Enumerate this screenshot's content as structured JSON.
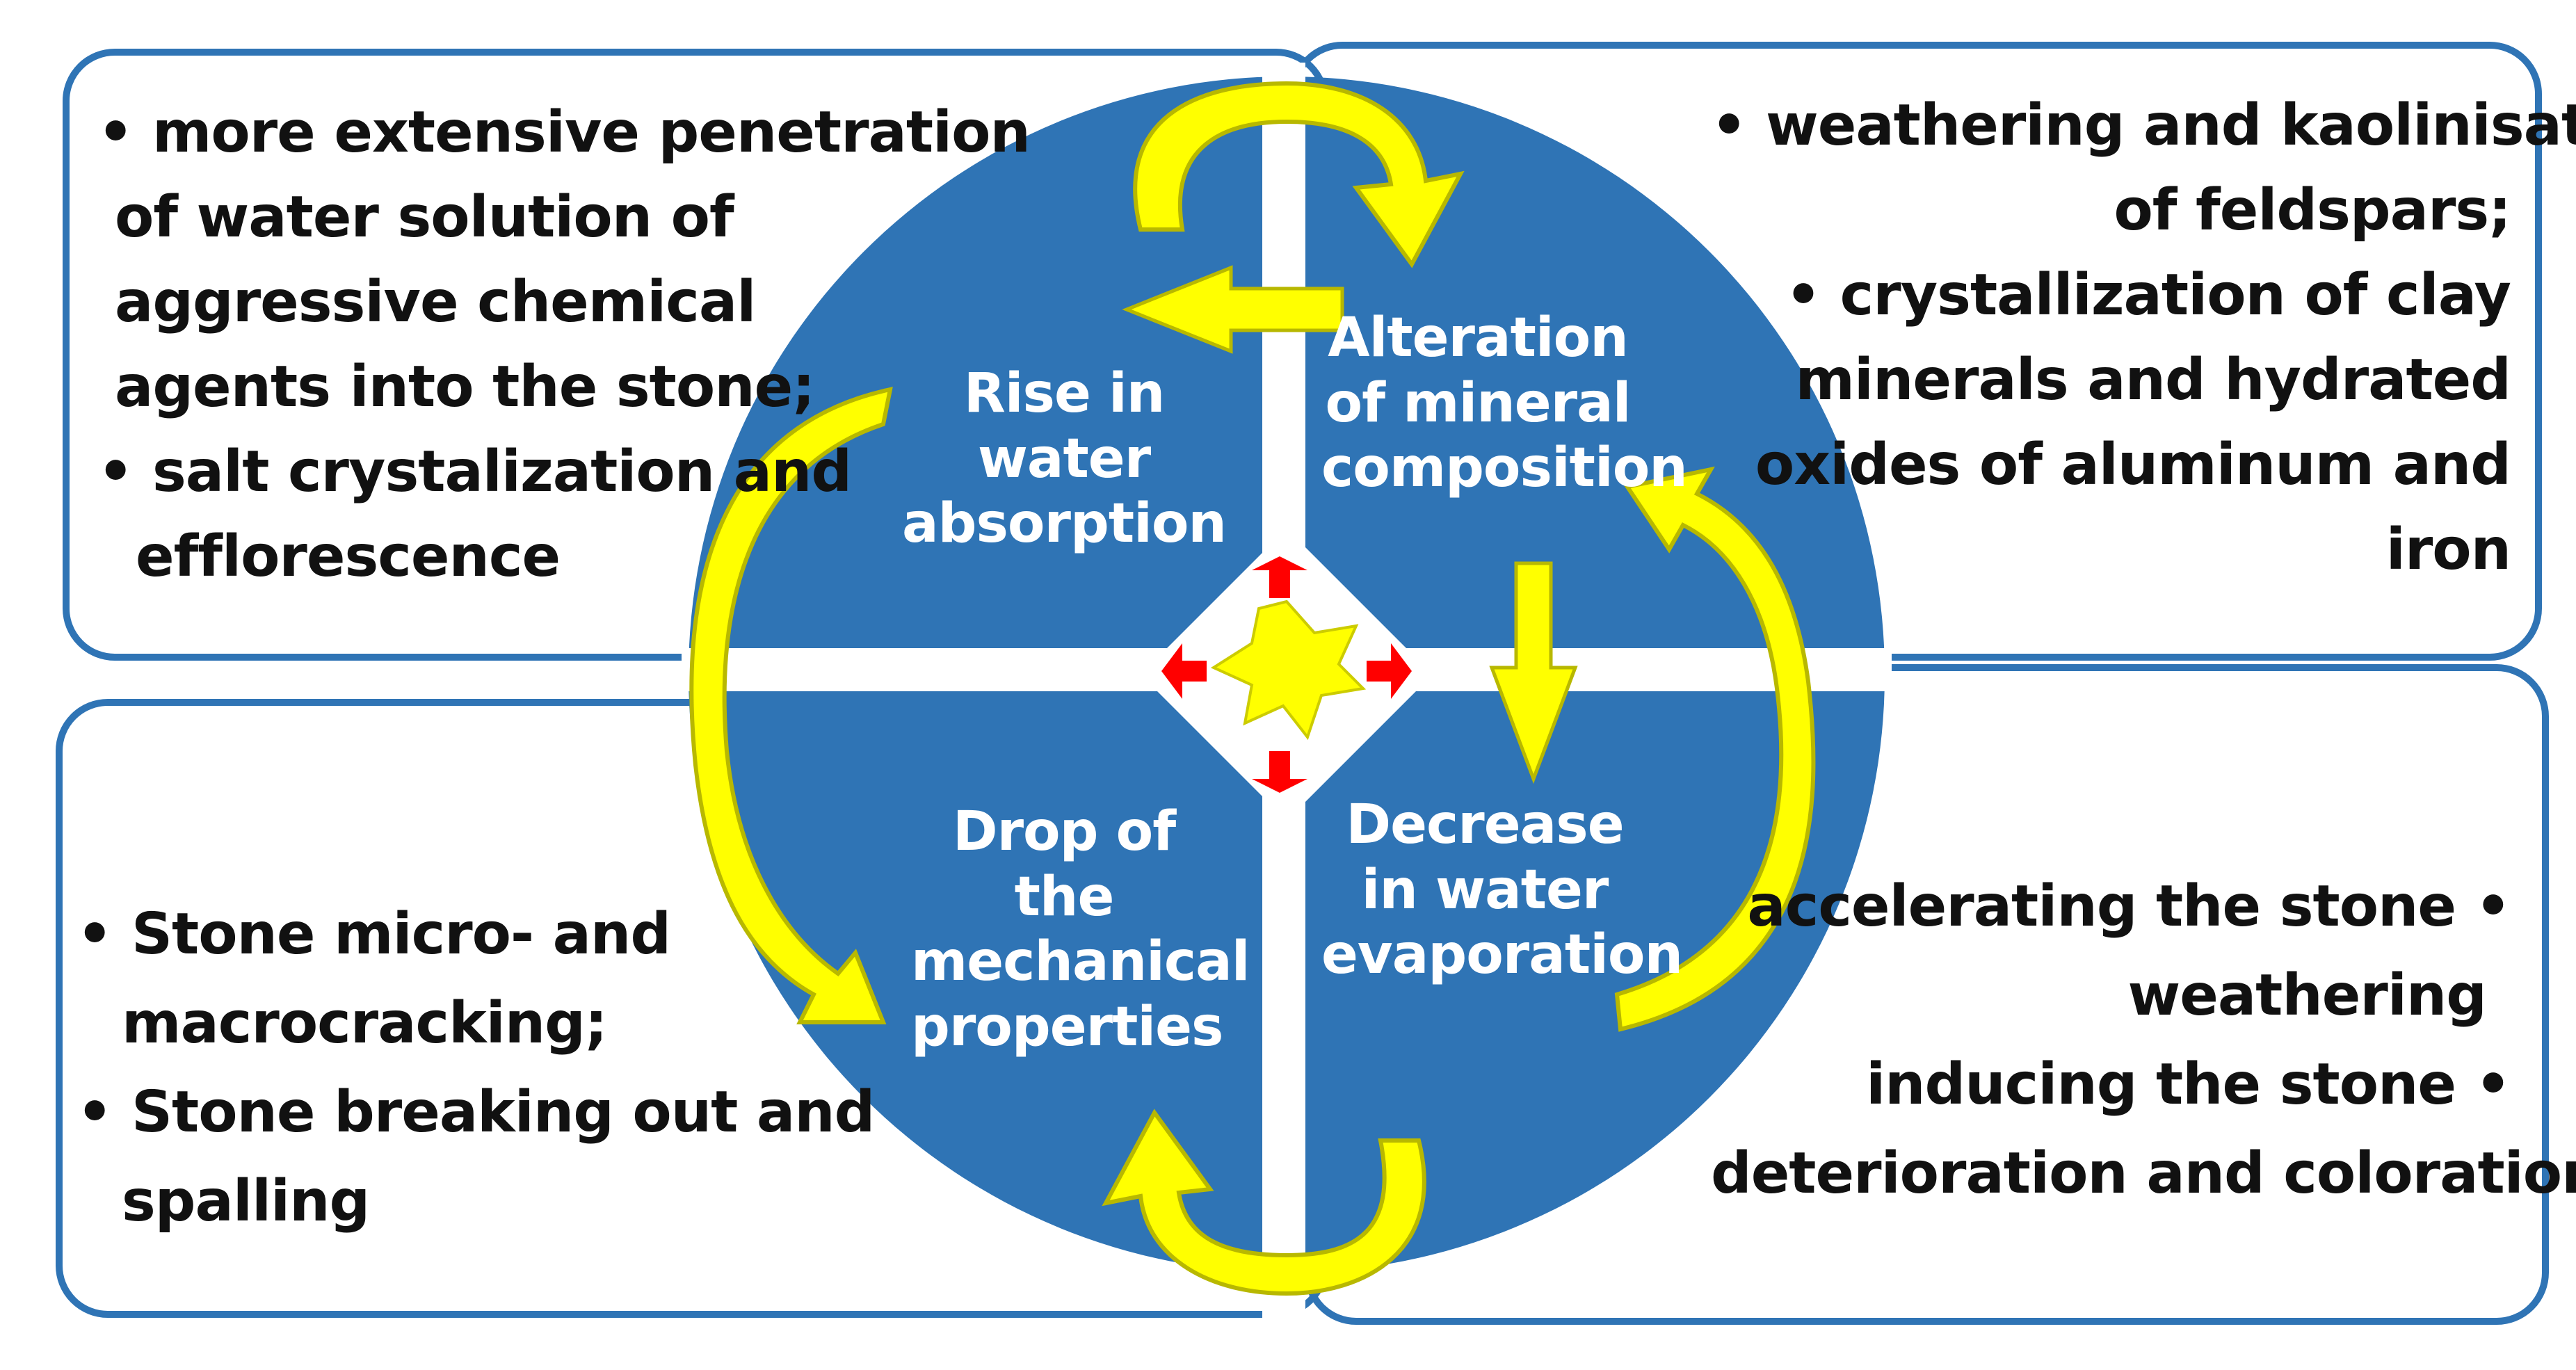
{
  "quadrants": {
    "top_left": "Rise in water absorption",
    "top_right": "Alteration of mineral composition",
    "bottom_left": "Drop of the mechanical properties",
    "bottom_right": "Decrease in water evaporation"
  },
  "panels": {
    "top_left": [
      "• more extensive penetration",
      "of water solution of",
      "aggressive chemical",
      "agents into the stone;",
      "• salt crystalization and",
      "efflorescence"
    ],
    "top_right": [
      "• weathering and kaolinisation",
      "of feldspars;",
      "• crystallization of clay",
      "minerals and hydrated",
      "oxides of aluminum and",
      "iron"
    ],
    "bottom_left": [
      "• Stone micro- and",
      "macrocracking;",
      "• Stone breaking out and",
      "spalling"
    ],
    "bottom_right": [
      "accelerating the stone •",
      "weathering",
      "inducing the stone •",
      "deterioration and coloration"
    ]
  },
  "colors": {
    "circle": "#2f74b5",
    "panel_border": "#2f74b5",
    "arrow_yellow": "#ffff00",
    "arrow_outline": "#b8b800",
    "center_red": "#ff0000"
  }
}
